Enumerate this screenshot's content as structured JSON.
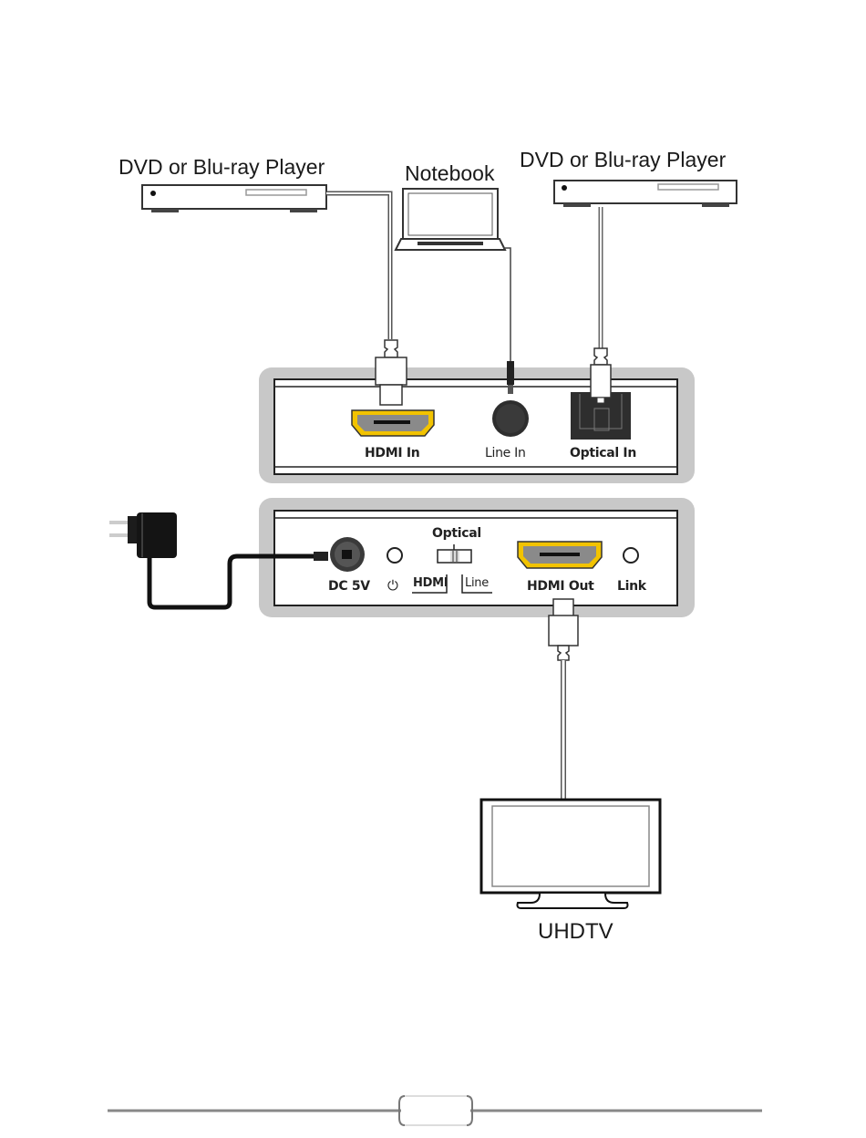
{
  "devices": {
    "dvd_left": {
      "title": "DVD or Blu-ray Player"
    },
    "notebook": {
      "title": "Notebook"
    },
    "dvd_right": {
      "title": "DVD or Blu-ray Player"
    },
    "tv": {
      "title": "UHDTV"
    }
  },
  "input_panel": {
    "ports": [
      {
        "label": "HDMI In",
        "icon": "hdmi-port-icon"
      },
      {
        "label": "Line In",
        "icon": "audio-jack-icon"
      },
      {
        "label": "Optical In",
        "icon": "optical-port-icon"
      }
    ]
  },
  "output_panel": {
    "dc_label": "DC 5V",
    "power_symbol": "⏻",
    "switch": {
      "top": "Optical",
      "left": "HDMI",
      "right": "Line"
    },
    "hdmi_out_label": "HDMI Out",
    "link_label": "Link"
  },
  "colors": {
    "hdmi_gold": "#f2c300",
    "panel_gray": "#c8c8c8",
    "port_dark": "#2e2e2e"
  }
}
